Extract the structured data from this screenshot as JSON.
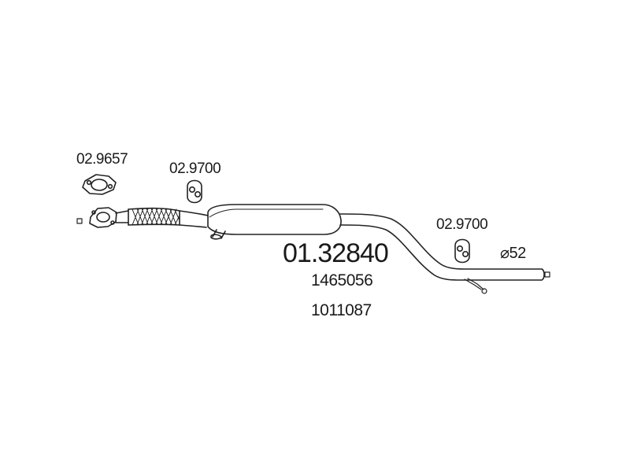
{
  "parts": {
    "gasket_ref": "02.9657",
    "hanger_ref_front": "02.9700",
    "hanger_ref_rear": "02.9700"
  },
  "product": {
    "part_number": "01.32840",
    "oe_numbers": [
      "1465056",
      "1011087"
    ]
  },
  "pipe": {
    "diameter_label": "⌀52"
  }
}
